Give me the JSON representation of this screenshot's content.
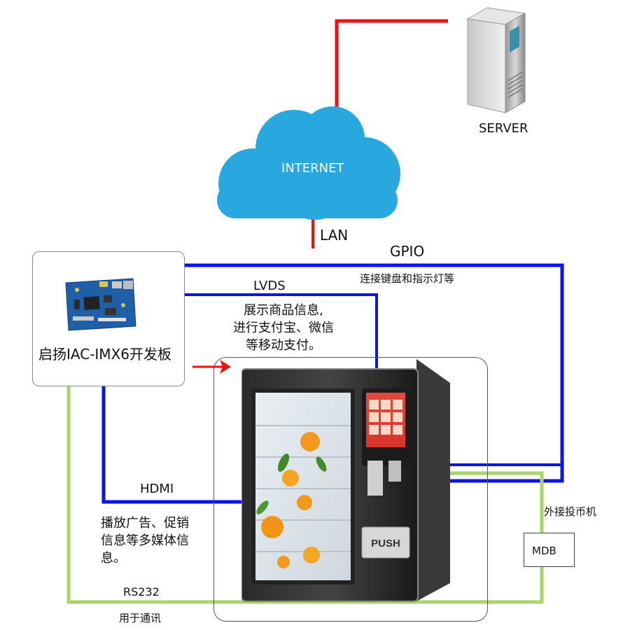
{
  "server": {
    "label": "SERVER",
    "icon": "server-icon"
  },
  "cloud": {
    "label": "INTERNET",
    "color": "#29a8e0",
    "icon": "cloud-icon"
  },
  "lan": {
    "label": "LAN"
  },
  "gpio": {
    "label": "GPIO",
    "description": "连接键盘和指示灯等"
  },
  "lvds": {
    "label": "LVDS",
    "description": "展示商品信息,\n进行支付宝、微信\n等移动支付。"
  },
  "board": {
    "label": "启扬IAC-IMX6开发板",
    "icon": "circuit-board-icon"
  },
  "hdmi": {
    "label": "HDMI",
    "description": "播放广告、促销\n信息等多媒体信\n息。"
  },
  "vending_machine": {
    "push_label": "PUSH",
    "icon": "vending-machine-icon"
  },
  "coin": {
    "description": "外接投币机",
    "mdb_label": "MDB"
  },
  "rs232": {
    "label": "RS232",
    "description": "用于通讯"
  },
  "colors": {
    "network": "#ee1111",
    "bus": "#0a14e6",
    "serial": "#a8d46a",
    "arrow": "#ee1111"
  }
}
